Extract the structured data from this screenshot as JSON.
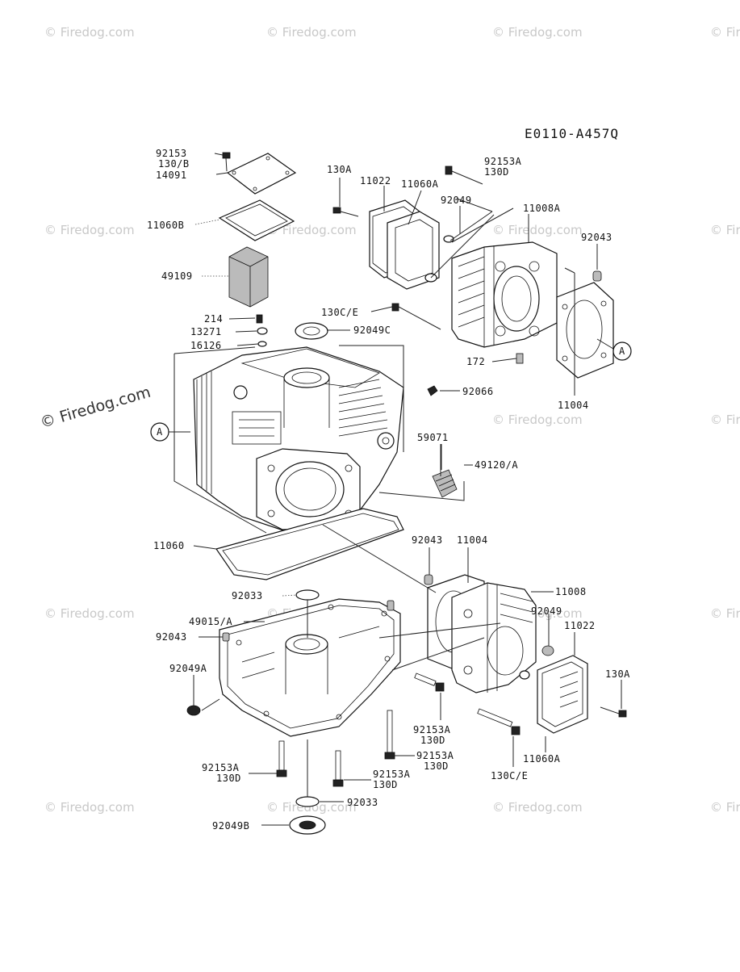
{
  "diagram": {
    "code": "E0110-A457Q",
    "watermark_text": "© Firedog.com",
    "callout_a": "A",
    "labels": {
      "p92153_top": "92153",
      "p130b": "130/B",
      "p14091": "14091",
      "p11060b": "11060B",
      "p49109": "49109",
      "p214": "214",
      "p13271": "13271",
      "p16126": "16126",
      "p92049c": "92049C",
      "p130a_top": "130A",
      "p11022_top": "11022",
      "p11060a_top": "11060A",
      "p92153a_top": "92153A",
      "p130d_top": "130D",
      "p92049_top": "92049",
      "p11008a": "11008A",
      "p92043_top": "92043",
      "p130ce_top": "130C/E",
      "p172": "172",
      "p11004_top": "11004",
      "p92066": "92066",
      "p59071": "59071",
      "p49120a": "49120/A",
      "p11060": "11060",
      "p92043_mid": "92043",
      "p11004_mid": "11004",
      "p11008": "11008",
      "p92033_top": "92033",
      "p49015a": "49015/A",
      "p92049_mid": "92049",
      "p11022_mid": "11022",
      "p92043_low": "92043",
      "p92049a": "92049A",
      "p130a_mid": "130A",
      "p92153a_mid": "92153A",
      "p130d_mid": "130D",
      "p92153a_right": "92153A",
      "p130d_right": "130D",
      "p11060a_mid": "11060A",
      "p130ce_mid": "130C/E",
      "p92153a_left": "92153A",
      "p130d_left": "130D",
      "p92153a_low": "92153A",
      "p130d_low": "130D",
      "p92033_low": "92033",
      "p92049b": "92049B"
    }
  }
}
